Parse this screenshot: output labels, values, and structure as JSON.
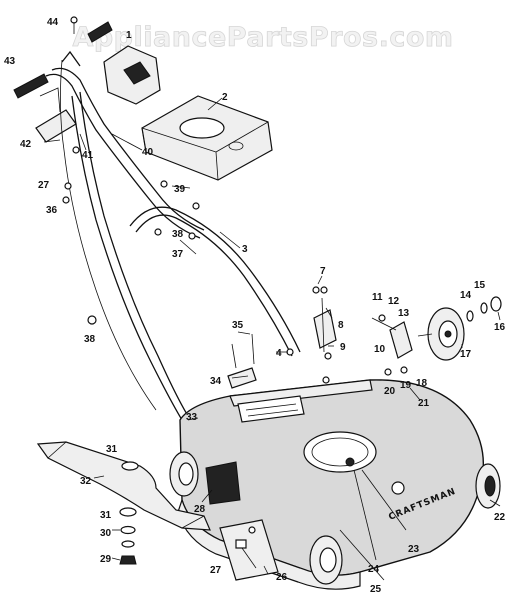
{
  "watermark": "AppliancePartsPros.com",
  "deck_decal": "CRAFTSMAN",
  "callouts": [
    {
      "id": "c44",
      "label": "44"
    },
    {
      "id": "c1",
      "label": "1"
    },
    {
      "id": "c43",
      "label": "43"
    },
    {
      "id": "c2",
      "label": "2"
    },
    {
      "id": "c42",
      "label": "42"
    },
    {
      "id": "c41",
      "label": "41"
    },
    {
      "id": "c40",
      "label": "40"
    },
    {
      "id": "c27a",
      "label": "27"
    },
    {
      "id": "c39",
      "label": "39"
    },
    {
      "id": "c36",
      "label": "36"
    },
    {
      "id": "c38a",
      "label": "38"
    },
    {
      "id": "c37",
      "label": "37"
    },
    {
      "id": "c3",
      "label": "3"
    },
    {
      "id": "c7",
      "label": "7"
    },
    {
      "id": "c11",
      "label": "11"
    },
    {
      "id": "c12",
      "label": "12"
    },
    {
      "id": "c13",
      "label": "13"
    },
    {
      "id": "c14",
      "label": "14"
    },
    {
      "id": "c15",
      "label": "15"
    },
    {
      "id": "c16",
      "label": "16"
    },
    {
      "id": "c8",
      "label": "8"
    },
    {
      "id": "c35",
      "label": "35"
    },
    {
      "id": "c38b",
      "label": "38"
    },
    {
      "id": "c4",
      "label": "4"
    },
    {
      "id": "c9",
      "label": "9"
    },
    {
      "id": "c10",
      "label": "10"
    },
    {
      "id": "c17",
      "label": "17"
    },
    {
      "id": "c18",
      "label": "18"
    },
    {
      "id": "c19",
      "label": "19"
    },
    {
      "id": "c20",
      "label": "20"
    },
    {
      "id": "c34",
      "label": "34"
    },
    {
      "id": "c21",
      "label": "21"
    },
    {
      "id": "c33",
      "label": "33"
    },
    {
      "id": "c31a",
      "label": "31"
    },
    {
      "id": "c32",
      "label": "32"
    },
    {
      "id": "c28",
      "label": "28"
    },
    {
      "id": "c31b",
      "label": "31"
    },
    {
      "id": "c30",
      "label": "30"
    },
    {
      "id": "c22",
      "label": "22"
    },
    {
      "id": "c23",
      "label": "23"
    },
    {
      "id": "c29",
      "label": "29"
    },
    {
      "id": "c24",
      "label": "24"
    },
    {
      "id": "c27b",
      "label": "27"
    },
    {
      "id": "c26",
      "label": "26"
    },
    {
      "id": "c25",
      "label": "25"
    }
  ]
}
